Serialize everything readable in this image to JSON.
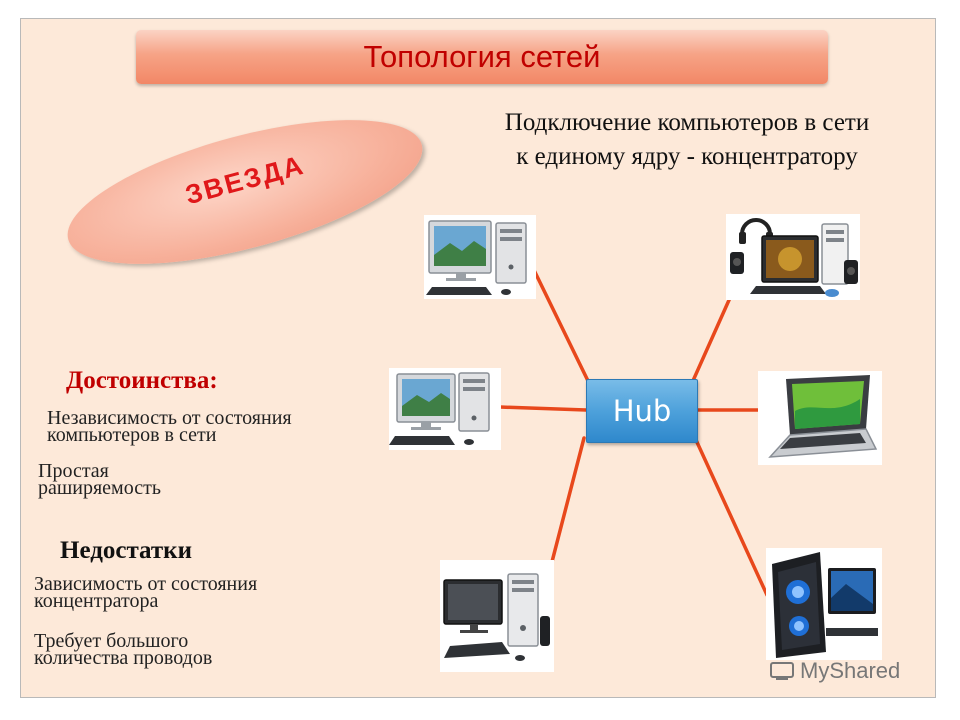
{
  "slide": {
    "title": "Топология сетей",
    "subtitle_line1": "Подключение компьютеров в сети",
    "subtitle_line2": "к единому ядру - концентратору",
    "topology_label": "ЗВЕЗДА",
    "hub_label": "Hub"
  },
  "advantages": {
    "heading": "Достоинства:",
    "item1_line1": "Независимость от состояния",
    "item1_line2": "компьютеров в сети",
    "item2_line1": "Простая",
    "item2_line2": "раширяемость"
  },
  "disadvantages": {
    "heading": "Недостатки",
    "item1_line1": "Зависимость от состояния",
    "item1_line2": "концентратора",
    "item2_line1": "Требует большого",
    "item2_line2": "количества проводов"
  },
  "watermark": {
    "text": "MyShared"
  },
  "colors": {
    "slide_bg": "#fde9d9",
    "title_text": "#c00000",
    "accent_red": "#e0181a",
    "hub_blue": "#4ea1db",
    "link_line": "#e8481c"
  },
  "icons": [
    "desktop-computer-icon",
    "multimedia-computer-icon",
    "laptop-icon",
    "gaming-tower-icon",
    "myshared-logo-icon"
  ]
}
